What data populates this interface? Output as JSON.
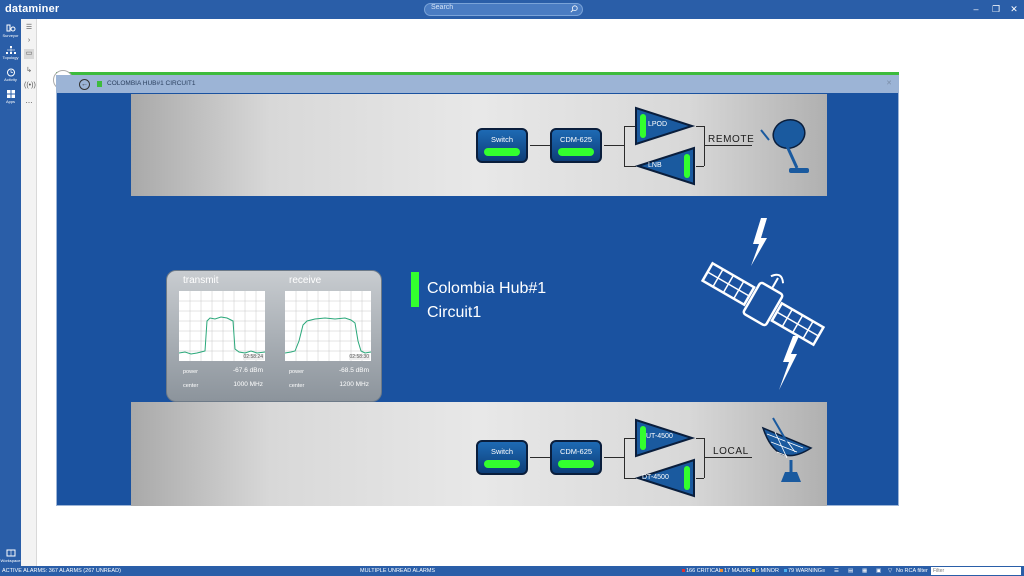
{
  "app": {
    "brand": "dataminer",
    "search_placeholder": "Search"
  },
  "nav": {
    "items": [
      {
        "label": "Surveyor",
        "icon": "surveyor-icon"
      },
      {
        "label": "Topology",
        "icon": "topology-icon"
      },
      {
        "label": "Activity",
        "icon": "activity-icon"
      },
      {
        "label": "Apps",
        "icon": "apps-icon"
      }
    ],
    "workspace_label": "Workspace"
  },
  "card": {
    "breadcrumb": "COLOMBIA HUB#1 CIRCUIT1"
  },
  "remote": {
    "switch_label": "Switch",
    "modem_label": "CDM-625",
    "amp_up_label": "LPOD",
    "amp_down_label": "LNB",
    "side_label": "REMOTE"
  },
  "local": {
    "switch_label": "Switch",
    "modem_label": "CDM-625",
    "amp_up_label": "UT-4500",
    "amp_down_label": "DT-4500",
    "side_label": "LOCAL"
  },
  "spectrum": {
    "transmit": {
      "title": "transmit",
      "timestamp": "02:58:24",
      "power_key": "power",
      "power_value": "-67.6 dBm",
      "center_key": "center",
      "center_value": "1000 MHz"
    },
    "receive": {
      "title": "receive",
      "timestamp": "02:58:30",
      "power_key": "power",
      "power_value": "-68.5 dBm",
      "center_key": "center",
      "center_value": "1200 MHz"
    }
  },
  "circuit": {
    "line1": "Colombia Hub#1",
    "line2": "Circuit1"
  },
  "statusbar": {
    "active_alarms": "ACTIVE ALARMS: 367 ALARMS (267 UNREAD)",
    "unread": "MULTIPLE UNREAD ALARMS",
    "critical": "166 CRITICAL",
    "major": "17 MAJOR",
    "minor": "5 MINOR",
    "warning": "79 WARNING",
    "no_rca": "No RCA filter",
    "filter_placeholder": "Filter"
  },
  "colors": {
    "brand_blue": "#2a5ea8",
    "led_green": "#33ff2e",
    "critical": "#e03030",
    "major": "#f08c2a",
    "minor": "#f2d12a",
    "warning": "#4ab0f0"
  }
}
